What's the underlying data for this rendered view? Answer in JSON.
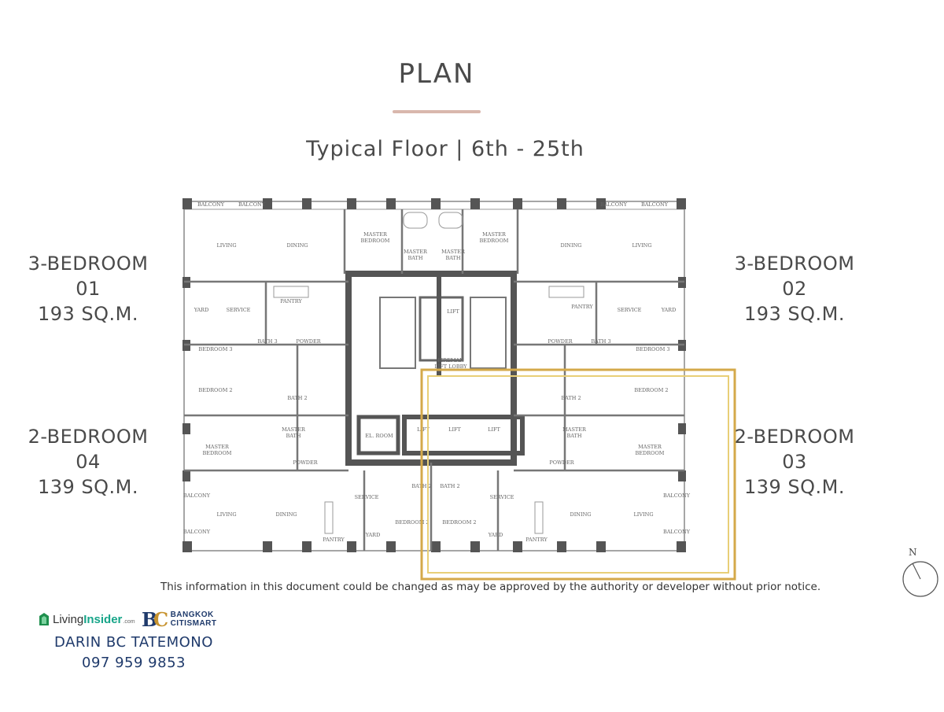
{
  "title": "PLAN",
  "subtitle": "Typical Floor | 6th - 25th",
  "units": {
    "u01": {
      "line1": "3-BEDROOM",
      "line2": "01",
      "line3": "193 SQ.M."
    },
    "u02": {
      "line1": "3-BEDROOM",
      "line2": "02",
      "line3": "193 SQ.M."
    },
    "u04": {
      "line1": "2-BEDROOM",
      "line2": "04",
      "line3": "139 SQ.M."
    },
    "u03": {
      "line1": "2-BEDROOM",
      "line2": "03",
      "line3": "139 SQ.M."
    }
  },
  "plan_labels": {
    "balcony": "BALCONY",
    "living": "LIVING",
    "dining": "DINING",
    "master_bedroom_1": "MASTER",
    "master_bedroom_2": "BEDROOM",
    "master_bath_1": "MASTER",
    "master_bath_2": "BATH",
    "pantry": "PANTRY",
    "yard": "YARD",
    "service": "SERVICE",
    "powder": "POWDER",
    "bath2": "BATH 2",
    "bath3": "BATH 3",
    "bedroom2": "BEDROOM 2",
    "bedroom3": "BEDROOM 3",
    "lift": "LIFT",
    "fireman_lift_1": "FIREMAN",
    "fireman_lift_2": "LIFT LOBBY",
    "el_room": "EL. ROOM"
  },
  "compass_label": "N",
  "notice": "This information in this document could be changed as may be approved by the authority or developer without prior notice.",
  "branding": {
    "livinginsider_a": "Living",
    "livinginsider_b": "Insider",
    "livinginsider_c": ".com",
    "bc_line1": "BANGKOK",
    "bc_line2": "CITISMART",
    "agent_name": "DARIN BC TATEMONO",
    "agent_phone": "097 959 9853"
  },
  "colors": {
    "accent_rule": "#d9b7ad",
    "gold_frame": "#d4a94a",
    "brand_navy": "#1f3a6b",
    "brand_green": "#17a589"
  }
}
